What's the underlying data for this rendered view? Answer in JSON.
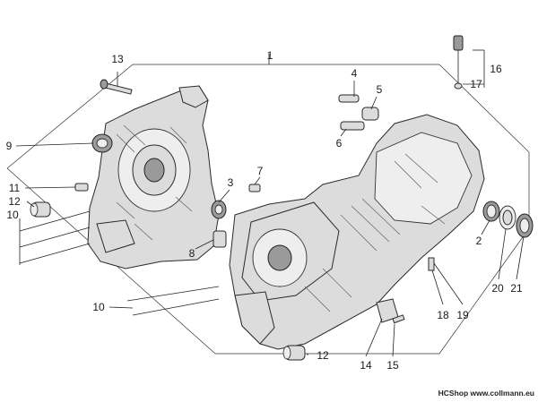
{
  "diagram": {
    "part_labels": [
      {
        "id": "1",
        "text": "1"
      },
      {
        "id": "2",
        "text": "2"
      },
      {
        "id": "3",
        "text": "3"
      },
      {
        "id": "4",
        "text": "4"
      },
      {
        "id": "5",
        "text": "5"
      },
      {
        "id": "6",
        "text": "6"
      },
      {
        "id": "7",
        "text": "7"
      },
      {
        "id": "8",
        "text": "8"
      },
      {
        "id": "9",
        "text": "9"
      },
      {
        "id": "10a",
        "text": "10"
      },
      {
        "id": "10b",
        "text": "10"
      },
      {
        "id": "11",
        "text": "11"
      },
      {
        "id": "12a",
        "text": "12"
      },
      {
        "id": "12b",
        "text": "12"
      },
      {
        "id": "13",
        "text": "13"
      },
      {
        "id": "14",
        "text": "14"
      },
      {
        "id": "15",
        "text": "15"
      },
      {
        "id": "16",
        "text": "16"
      },
      {
        "id": "17",
        "text": "17"
      },
      {
        "id": "18",
        "text": "18"
      },
      {
        "id": "19",
        "text": "19"
      },
      {
        "id": "20",
        "text": "20"
      },
      {
        "id": "21",
        "text": "21"
      }
    ],
    "watermark": "HCShop www.collmann.eu"
  }
}
